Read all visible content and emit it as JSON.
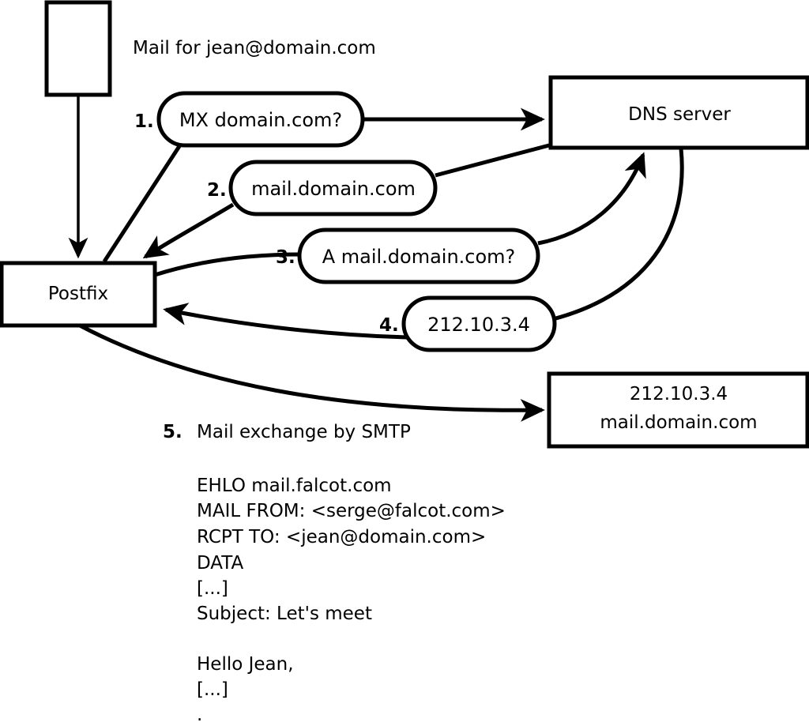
{
  "diagram": {
    "title_caption": "Mail for jean@domain.com",
    "nodes": {
      "source_box": {
        "label": ""
      },
      "mta_box": {
        "label": "Postfix"
      },
      "dns_box": {
        "label": "DNS server"
      },
      "target_box": {
        "line1": "212.10.3.4",
        "line2": "mail.domain.com"
      }
    },
    "steps": [
      {
        "number": "1.",
        "label": "MX domain.com?"
      },
      {
        "number": "2.",
        "label": "mail.domain.com"
      },
      {
        "number": "3.",
        "label": "A mail.domain.com?"
      },
      {
        "number": "4.",
        "label": "212.10.3.4"
      }
    ],
    "final_step": {
      "number": "5.",
      "label": "Mail exchange by SMTP"
    },
    "transcript": [
      "EHLO mail.falcot.com",
      "MAIL FROM: <serge@falcot.com>",
      "RCPT TO: <jean@domain.com>",
      "DATA",
      "[...]",
      "Subject: Let's meet",
      "",
      "Hello Jean,",
      "[...]",
      "."
    ],
    "colors": {
      "stroke": "#000000",
      "fill": "#ffffff",
      "text": "#000000"
    }
  }
}
